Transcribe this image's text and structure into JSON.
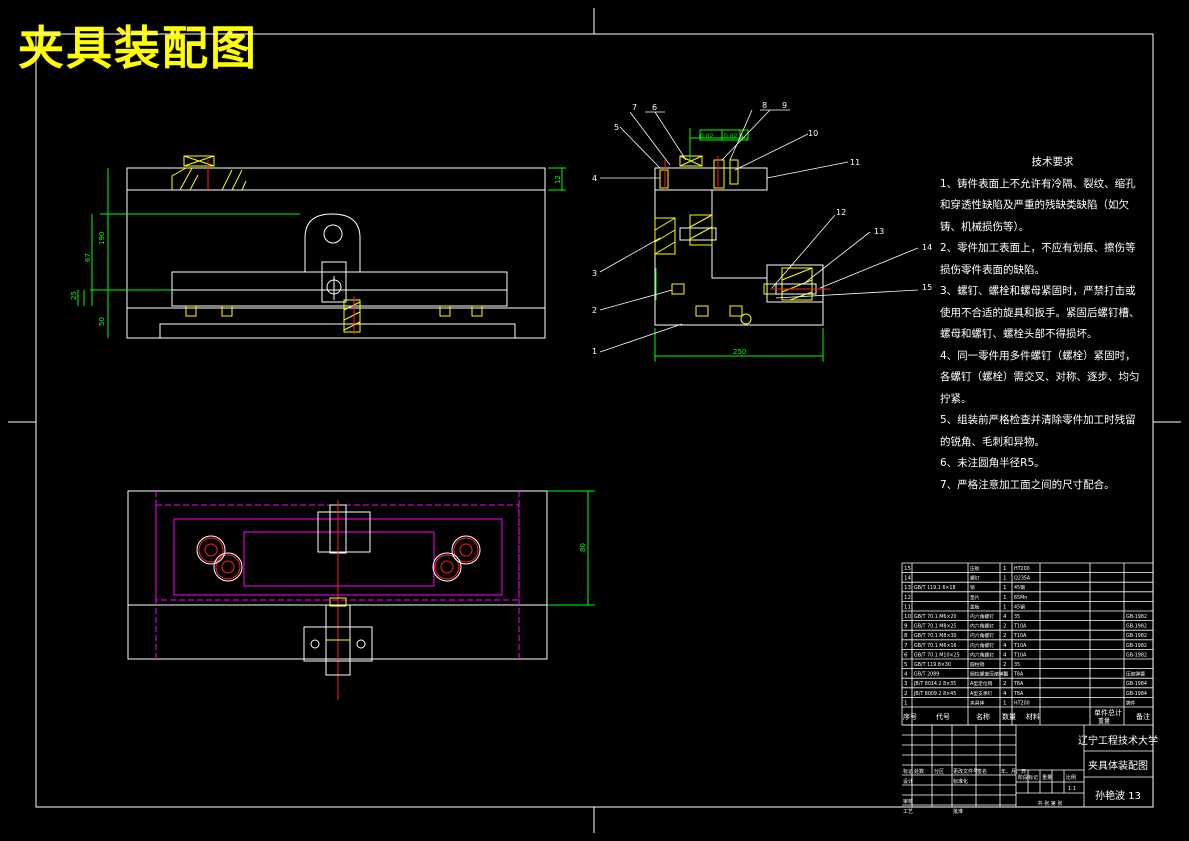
{
  "drawing_title": "夹具装配图",
  "tech_requirements": {
    "title": "技术要求",
    "items": [
      "1、铸件表面上不允许有冷隔、裂纹、缩孔和穿透性缺陷及严重的残缺类缺陷（如欠铸、机械损伤等）。",
      "2、零件加工表面上，不应有划痕、擦伤等损伤零件表面的缺陷。",
      "3、螺钉、螺栓和螺母紧固时，严禁打击或使用不合适的旋具和扳手。紧固后螺钉槽、螺母和螺钉、螺栓头部不得损坏。",
      "4、同一零件用多件螺钉（螺栓）紧固时，各螺钉（螺栓）需交叉、对称、逐步、均匀拧紧。",
      "5、组装前严格检查并清除零件加工时残留的锐角、毛刺和异物。",
      "6、未注圆角半径R5。",
      "7、严格注意加工面之间的尺寸配合。"
    ]
  },
  "balloons": [
    "1",
    "2",
    "3",
    "4",
    "5",
    "6",
    "7",
    "8",
    "9",
    "10",
    "11",
    "12",
    "13",
    "14",
    "15"
  ],
  "dim_labels": {
    "front_height_a": "190",
    "front_height_b": "67",
    "front_height_c": "25",
    "front_height_d": "50",
    "top_right": "12",
    "side_width": "250",
    "plan_height": "80",
    "tol_a": "0.02",
    "tol_b": "0.02 A"
  },
  "title_block": {
    "header": [
      "序号",
      "代号",
      "名称",
      "数量",
      "材料",
      "单件",
      "总计",
      "备注"
    ],
    "header_sub": "重量",
    "rows": [
      [
        "15",
        "",
        "压板",
        "1",
        "HT200",
        ""
      ],
      [
        "14",
        "",
        "螺钉",
        "1",
        "Q235A",
        ""
      ],
      [
        "13",
        "GB/T 119.1 6×18",
        "销",
        "1",
        "45钢",
        ""
      ],
      [
        "12",
        "",
        "垫片",
        "1",
        "65Mn",
        ""
      ],
      [
        "11",
        "",
        "盖板",
        "1",
        "45钢",
        ""
      ],
      [
        "10",
        "GB/T 70.1 M6×20",
        "内六角螺钉",
        "4",
        "35",
        "GB-1982"
      ],
      [
        "9",
        "GB/T 70.1 M8×25",
        "内六角螺钉",
        "2",
        "T10A",
        "GB-1982"
      ],
      [
        "8",
        "GB/T 70.1 M8×30",
        "内六角螺钉",
        "2",
        "T10A",
        "GB-1982"
      ],
      [
        "7",
        "GB/T 70.1 M6×16",
        "内六角螺钉",
        "4",
        "T10A",
        "GB-1982"
      ],
      [
        "6",
        "GB/T 70.1 M10×25",
        "内六角螺钉",
        "4",
        "T10A",
        "GB-1982"
      ],
      [
        "5",
        "GB/T 119 8×30",
        "圆柱销",
        "2",
        "35",
        ""
      ],
      [
        "4",
        "GB/T 2089",
        "圆柱螺旋压缩弹簧",
        "1",
        "T8A",
        "压缩弹簧"
      ],
      [
        "3",
        "JB/T 8014.2 8×35",
        "A型定位销",
        "2",
        "T8A",
        "GB-1984"
      ],
      [
        "2",
        "JB/T 8009.2 8×45",
        "A型支承钉",
        "4",
        "T8A",
        "GB-1984"
      ],
      [
        "1",
        "",
        "夹具体",
        "1",
        "HT200",
        "铸件"
      ]
    ],
    "university": "辽宁工程技术大学",
    "drawing_name": "夹具体装配图",
    "designer": "孙艳波 13",
    "labels": {
      "mark": "标记",
      "count": "处数",
      "zone": "分区",
      "change_doc": "更改文件号",
      "sign": "签名",
      "date": "年、月、日",
      "design": "设计",
      "standardize": "标准化",
      "stage_mark": "阶段标记",
      "weight": "重量",
      "scale": "比例",
      "review": "审核",
      "process": "工艺",
      "approve": "批准",
      "sheets": "共 张 第 张",
      "scale_value": "1:1"
    }
  },
  "colors": {
    "outline": "#ffffff",
    "section": "#ffff00",
    "dimension": "#00ff00",
    "centerline": "#ff00ff",
    "detail": "#ff2020",
    "title": "#ffff00"
  }
}
